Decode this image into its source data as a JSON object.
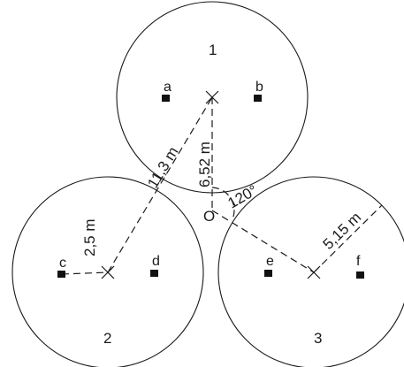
{
  "circles": {
    "c1_label": "1",
    "c2_label": "2",
    "c3_label": "3"
  },
  "points": {
    "a": "a",
    "b": "b",
    "c": "c",
    "d": "d",
    "e": "e",
    "f": "f",
    "center": "O"
  },
  "dimensions": {
    "d_113": "11,3 m",
    "d_652": "6,52 m",
    "d_25": "2,5 m",
    "d_515": "5,15 m",
    "angle": "120°"
  }
}
